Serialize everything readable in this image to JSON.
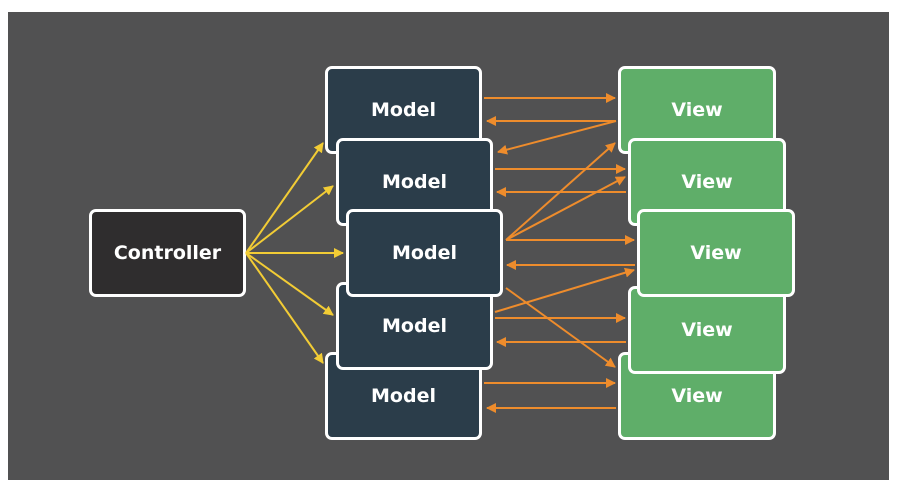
{
  "colors": {
    "background": "#515152",
    "controller_fill": "#2f2d2e",
    "model_fill": "#2b3d4a",
    "view_fill": "#5fae69",
    "controller_arrow": "#f2cc35",
    "model_view_arrow": "#ee8c2c",
    "border": "#ffffff"
  },
  "controller": {
    "label": "Controller"
  },
  "models": [
    {
      "label": "Model"
    },
    {
      "label": "Model"
    },
    {
      "label": "Model"
    },
    {
      "label": "Model"
    },
    {
      "label": "Model"
    }
  ],
  "views": [
    {
      "label": "View"
    },
    {
      "label": "View"
    },
    {
      "label": "View"
    },
    {
      "label": "View"
    },
    {
      "label": "View"
    }
  ]
}
